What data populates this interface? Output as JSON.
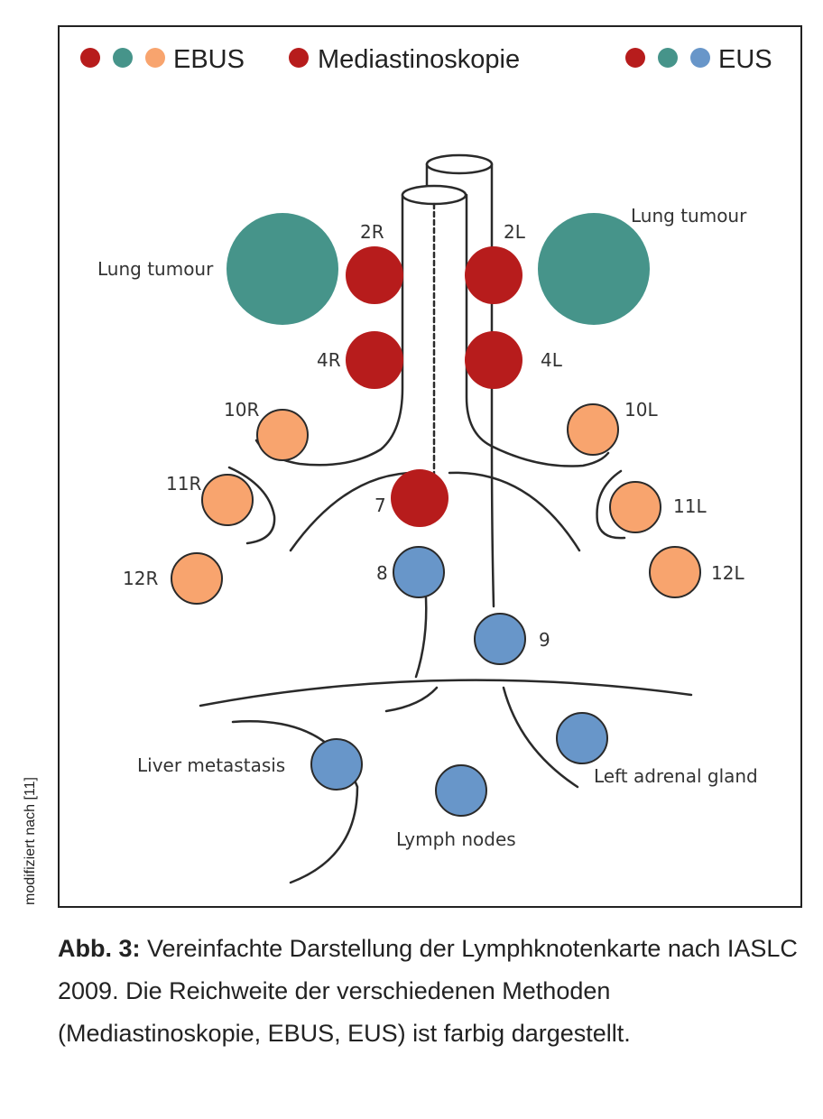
{
  "legend": {
    "ebus": {
      "label": "EBUS",
      "dots": [
        "#b71c1c",
        "#46948a",
        "#f8a46e"
      ]
    },
    "mediastinoskopie": {
      "label": "Mediastinoskopie",
      "dots": [
        "#b71c1c"
      ]
    },
    "eus": {
      "label": "EUS",
      "dots": [
        "#b71c1c",
        "#46948a",
        "#6896c9"
      ]
    }
  },
  "colors": {
    "mediastinoskopie": "#b71c1c",
    "ebus_only": "#f8a46e",
    "eus_only": "#6896c9",
    "tumour": "#46948a",
    "line": "#2a2a2a"
  },
  "nodes": {
    "n2R": {
      "label": "2R",
      "group": "mediastinoskopie"
    },
    "n2L": {
      "label": "2L",
      "group": "mediastinoskopie"
    },
    "n4R": {
      "label": "4R",
      "group": "mediastinoskopie"
    },
    "n4L": {
      "label": "4L",
      "group": "mediastinoskopie"
    },
    "n7": {
      "label": "7",
      "group": "mediastinoskopie"
    },
    "n10R": {
      "label": "10R",
      "group": "ebus_only"
    },
    "n10L": {
      "label": "10L",
      "group": "ebus_only"
    },
    "n11R": {
      "label": "11R",
      "group": "ebus_only"
    },
    "n11L": {
      "label": "11L",
      "group": "ebus_only"
    },
    "n12R": {
      "label": "12R",
      "group": "ebus_only"
    },
    "n12L": {
      "label": "12L",
      "group": "ebus_only"
    },
    "n8": {
      "label": "8",
      "group": "eus_only"
    },
    "n9": {
      "label": "9",
      "group": "eus_only"
    }
  },
  "structures": {
    "tumour_left": {
      "label": "Lung tumour"
    },
    "tumour_right": {
      "label": "Lung tumour"
    },
    "liver": {
      "label": "Liver metastasis"
    },
    "lymph": {
      "label": "Lymph nodes"
    },
    "adrenal": {
      "label": "Left adrenal gland"
    }
  },
  "side_note": "modifiziert nach [11]",
  "caption": {
    "lead": "Abb. 3:",
    "text": " Vereinfachte Darstellung der Lymphknotenkarte nach IASLC 2009. Die Reichweite der verschiedenen Methoden (Mediastinoskopie, EBUS, EUS) ist farbig dargestellt."
  }
}
